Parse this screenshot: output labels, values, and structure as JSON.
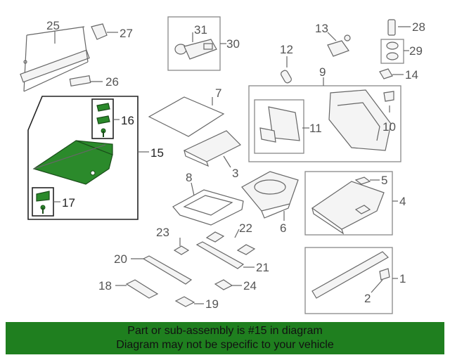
{
  "callouts": {
    "c1": "1",
    "c2": "2",
    "c3": "3",
    "c4": "4",
    "c5": "5",
    "c6": "6",
    "c7": "7",
    "c8": "8",
    "c9": "9",
    "c10": "10",
    "c11": "11",
    "c12": "12",
    "c13": "13",
    "c14": "14",
    "c15": "15",
    "c16": "16",
    "c17": "17",
    "c18": "18",
    "c19": "19",
    "c20": "20",
    "c21": "21",
    "c22": "22",
    "c23": "23",
    "c24": "24",
    "c25": "25",
    "c26": "26",
    "c27": "27",
    "c28": "28",
    "c29": "29",
    "c30": "30",
    "c31": "31"
  },
  "highlight_color": "#2b8a2b",
  "footer": {
    "line1": "Part or sub-assembly is #15 in diagram",
    "line2": "Diagram may not be specific to your vehicle",
    "background": "#1f7f1f"
  }
}
